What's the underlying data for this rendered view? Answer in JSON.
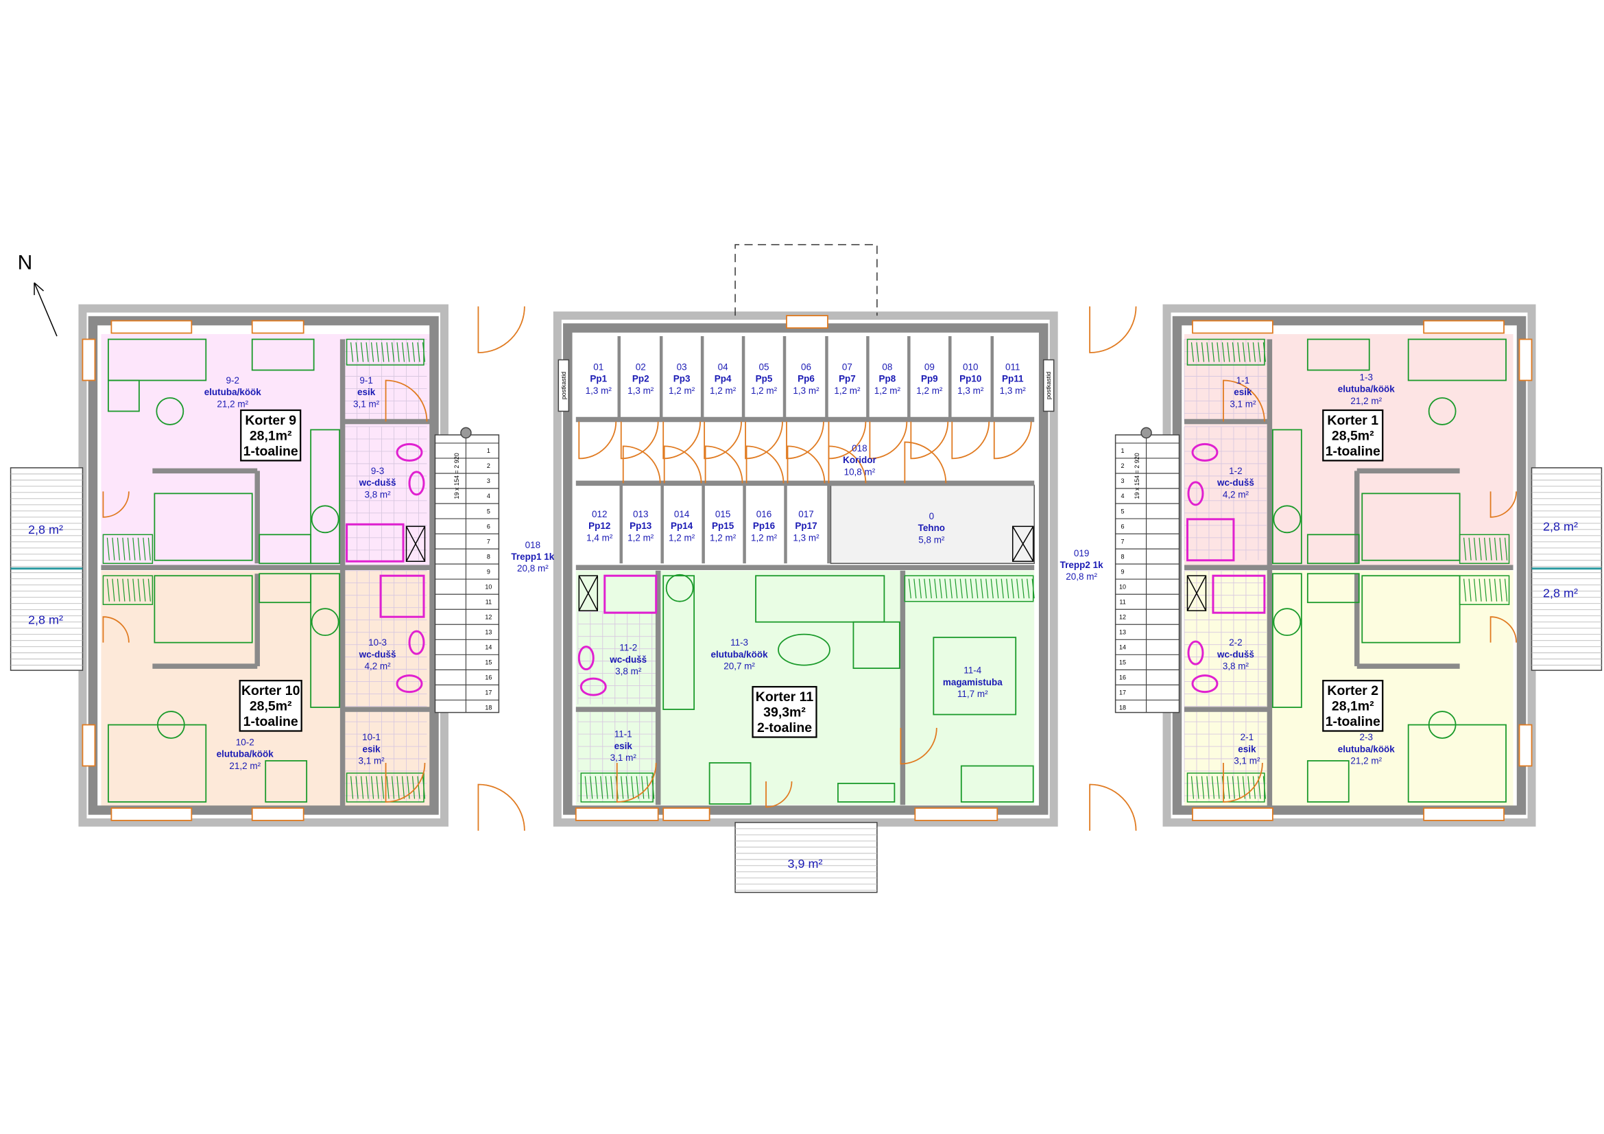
{
  "north": "N",
  "stair_dimension": "19 x 154 = 2 920",
  "postbox_label": "postkastid",
  "balconies": [
    "2,8 m²",
    "2,8 m²",
    "2,8 m²",
    "2,8 m²",
    "3,9 m²"
  ],
  "apartments": [
    {
      "name": "Korter 9",
      "area": "28,1m²",
      "type": "1-toaline"
    },
    {
      "name": "Korter 10",
      "area": "28,5m²",
      "type": "1-toaline"
    },
    {
      "name": "Korter 11",
      "area": "39,3m²",
      "type": "2-toaline"
    },
    {
      "name": "Korter 1",
      "area": "28,5m²",
      "type": "1-toaline"
    },
    {
      "name": "Korter 2",
      "area": "28,1m²",
      "type": "1-toaline"
    }
  ],
  "rooms": [
    {
      "no": "9-2",
      "name": "elutuba/köök",
      "area": "21,2 m²"
    },
    {
      "no": "9-1",
      "name": "esik",
      "area": "3,1 m²"
    },
    {
      "no": "9-3",
      "name": "wc-dušš",
      "area": "3,8 m²"
    },
    {
      "no": "10-3",
      "name": "wc-dušš",
      "area": "4,2 m²"
    },
    {
      "no": "10-2",
      "name": "elutuba/köök",
      "area": "21,2 m²"
    },
    {
      "no": "10-1",
      "name": "esik",
      "area": "3,1 m²"
    },
    {
      "no": "018",
      "name": "Trepp1 1k",
      "area": "20,8 m²"
    },
    {
      "no": "018",
      "name": "Koridor",
      "area": "10,8 m²"
    },
    {
      "no": "0",
      "name": "Tehno",
      "area": "5,8 m²"
    },
    {
      "no": "11-2",
      "name": "wc-dušš",
      "area": "3,8 m²"
    },
    {
      "no": "11-3",
      "name": "elutuba/köök",
      "area": "20,7 m²"
    },
    {
      "no": "11-4",
      "name": "magamistuba",
      "area": "11,7 m²"
    },
    {
      "no": "11-1",
      "name": "esik",
      "area": "3,1 m²"
    },
    {
      "no": "019",
      "name": "Trepp2 1k",
      "area": "20,8 m²"
    },
    {
      "no": "1-1",
      "name": "esik",
      "area": "3,1 m²"
    },
    {
      "no": "1-3",
      "name": "elutuba/köök",
      "area": "21,2 m²"
    },
    {
      "no": "1-2",
      "name": "wc-dušš",
      "area": "4,2 m²"
    },
    {
      "no": "2-2",
      "name": "wc-dušš",
      "area": "3,8 m²"
    },
    {
      "no": "2-1",
      "name": "esik",
      "area": "3,1 m²"
    },
    {
      "no": "2-3",
      "name": "elutuba/köök",
      "area": "21,2 m²"
    }
  ],
  "storage": [
    {
      "no": "01",
      "name": "Pp1",
      "area": "1,3 m²"
    },
    {
      "no": "02",
      "name": "Pp2",
      "area": "1,3 m²"
    },
    {
      "no": "03",
      "name": "Pp3",
      "area": "1,2 m²"
    },
    {
      "no": "04",
      "name": "Pp4",
      "area": "1,2 m²"
    },
    {
      "no": "05",
      "name": "Pp5",
      "area": "1,2 m²"
    },
    {
      "no": "06",
      "name": "Pp6",
      "area": "1,3 m²"
    },
    {
      "no": "07",
      "name": "Pp7",
      "area": "1,2 m²"
    },
    {
      "no": "08",
      "name": "Pp8",
      "area": "1,2 m²"
    },
    {
      "no": "09",
      "name": "Pp9",
      "area": "1,2 m²"
    },
    {
      "no": "010",
      "name": "Pp10",
      "area": "1,3 m²"
    },
    {
      "no": "011",
      "name": "Pp11",
      "area": "1,3 m²"
    },
    {
      "no": "012",
      "name": "Pp12",
      "area": "1,4 m²"
    },
    {
      "no": "013",
      "name": "Pp13",
      "area": "1,2 m²"
    },
    {
      "no": "014",
      "name": "Pp14",
      "area": "1,2 m²"
    },
    {
      "no": "015",
      "name": "Pp15",
      "area": "1,2 m²"
    },
    {
      "no": "016",
      "name": "Pp16",
      "area": "1,2 m²"
    },
    {
      "no": "017",
      "name": "Pp17",
      "area": "1,3 m²"
    }
  ],
  "stair_steps": [
    "1",
    "2",
    "3",
    "4",
    "5",
    "6",
    "7",
    "8",
    "9",
    "10",
    "11",
    "12",
    "13",
    "14",
    "15",
    "16",
    "17",
    "18"
  ],
  "colors": {
    "wall": "#8a8a8a",
    "text": "#1a1ab4",
    "furniture": "#1a9a2a",
    "door": "#e07a20",
    "sanitary": "#e020d0",
    "k9": "#fde6fb",
    "k10": "#fde9d9",
    "k11": "#e9fde4",
    "k1": "#fde4e4",
    "k2": "#fdfde0",
    "tehno": "#f2f2f2"
  }
}
